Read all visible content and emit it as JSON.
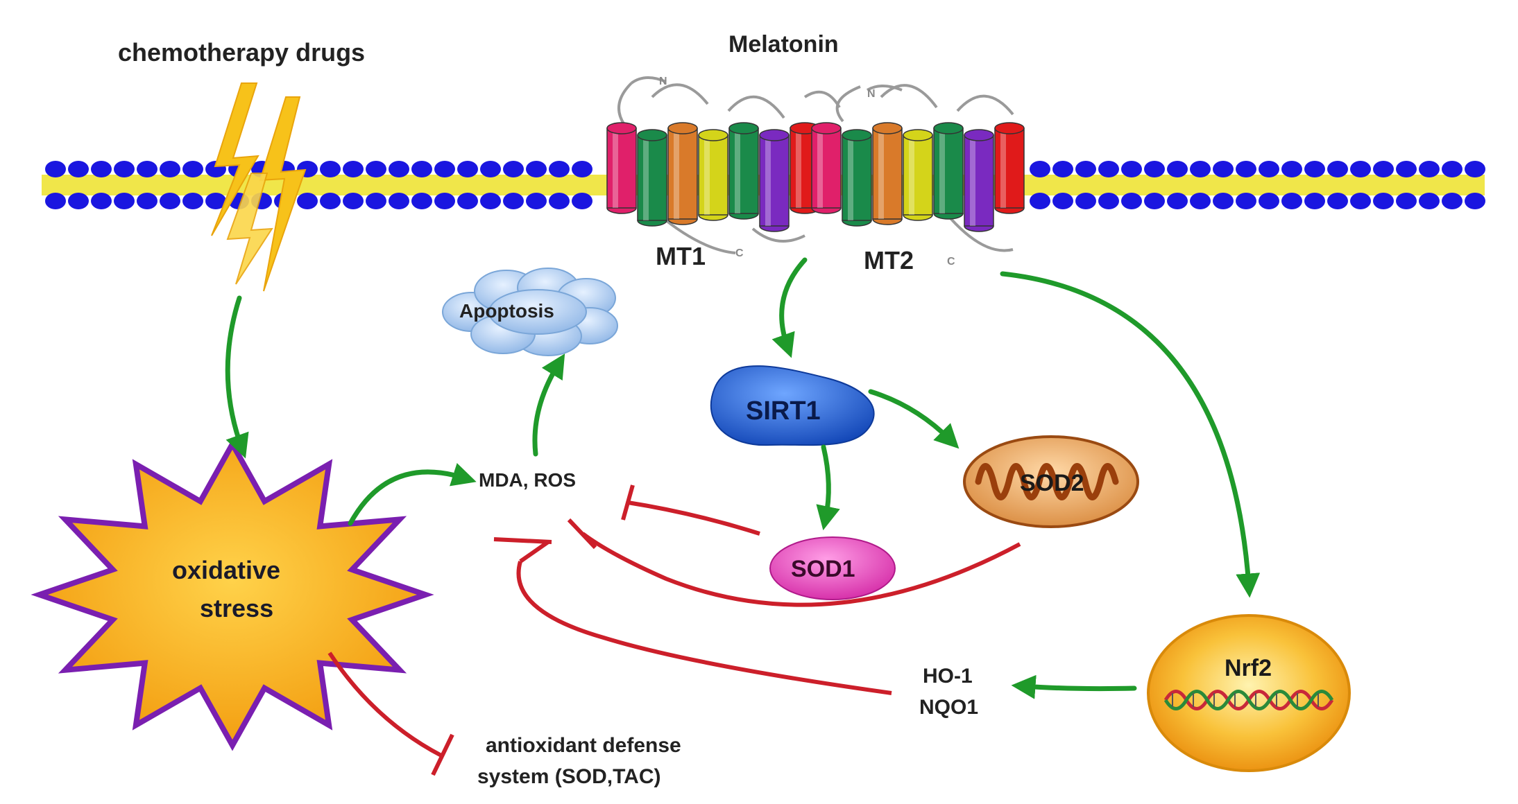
{
  "labels": {
    "chemotherapy_drugs": "chemotherapy drugs",
    "melatonin": "Melatonin",
    "mt1": "MT1",
    "mt2": "MT2",
    "n_terminus": "N",
    "c_terminus": "C",
    "apoptosis": "Apoptosis",
    "sirt1": "SIRT1",
    "sod2": "SOD2",
    "sod1": "SOD1",
    "mda_ros": "MDA, ROS",
    "oxidative_line1": "oxidative",
    "oxidative_line2": "stress",
    "nrf2": "Nrf2",
    "ho1": "HO-1",
    "nqo1": "NQO1",
    "antioxidant_line1": "antioxidant defense",
    "antioxidant_line2": "system (SOD,TAC)"
  },
  "colors": {
    "activation_arrow": "#1f9a2a",
    "inhibition_line": "#cc1f2a",
    "membrane_head": "#1a16e0",
    "membrane_tail": "#f0e64a",
    "lightning": "#f7c21a",
    "star_fill": "#f5a50f",
    "star_border": "#7a1fb0",
    "sirt1": "#1f5fd6",
    "sod1": "#e546b8",
    "sod2": "#c9742e",
    "nrf2": "#f5a70f",
    "cloud": "#a9c9ee"
  },
  "helix_colors": [
    "#e0206a",
    "#1a8a4a",
    "#d97a2a",
    "#d4d41a",
    "#1a8a4a",
    "#7a2ac0",
    "#e01a1a"
  ]
}
